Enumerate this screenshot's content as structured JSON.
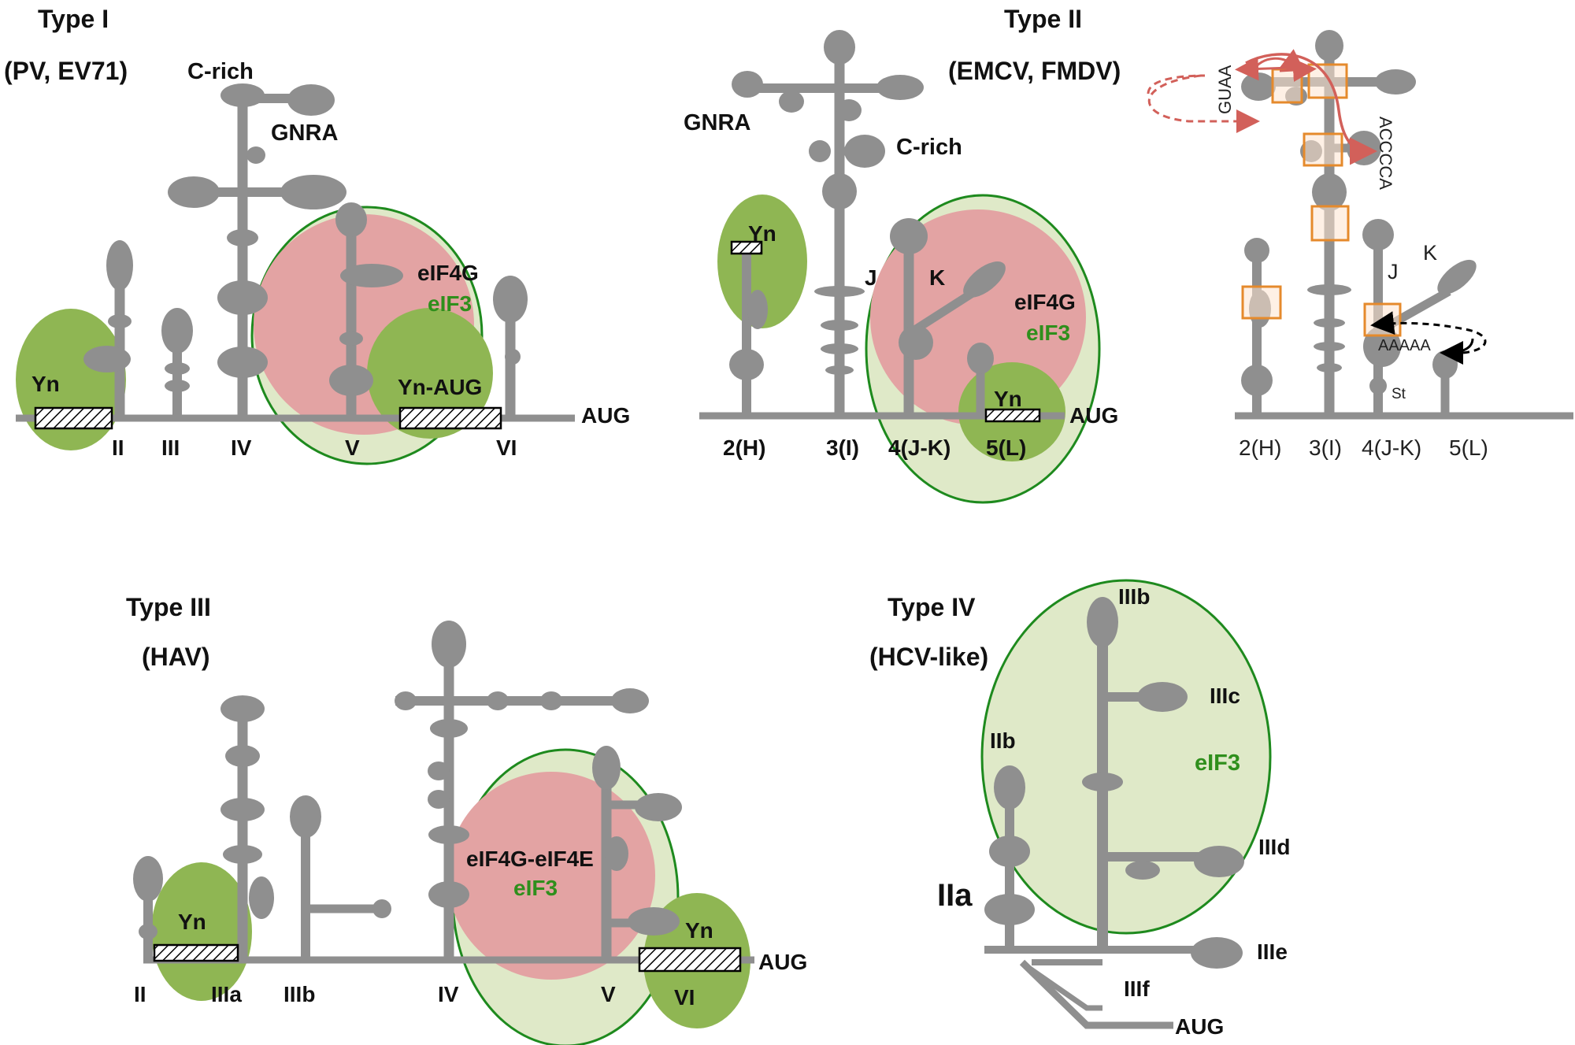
{
  "colors": {
    "stem": "#8f8f8f",
    "green_region": "#8fb653",
    "light_green_region": "#dfe9c8",
    "pink_region": "#e3a3a3",
    "outline_green": "#1e8a1e",
    "eif3_green": "#2f8f1c",
    "orange_box": "#e58a2c",
    "red_arrow": "#d2605a"
  },
  "type1": {
    "title": "Type I",
    "subtitle": "(PV, EV71)",
    "label_crich": "C-rich",
    "label_gnra": "GNRA",
    "label_eif4g": "eIF4G",
    "label_eif3": "eIF3",
    "label_yn": "Yn",
    "label_ynaug": "Yn-AUG",
    "label_aug": "AUG",
    "domains": [
      "II",
      "III",
      "IV",
      "V",
      "VI"
    ]
  },
  "type2": {
    "title": "Type II",
    "subtitle": "(EMCV, FMDV)",
    "label_gnra": "GNRA",
    "label_crich": "C-rich",
    "label_yn_top": "Yn",
    "label_j": "J",
    "label_k": "K",
    "label_eif4g": "eIF4G",
    "label_eif3": "eIF3",
    "label_yn": "Yn",
    "label_aug": "AUG",
    "domains": [
      "2(H)",
      "3(I)",
      "4(J-K)",
      "5(L)"
    ],
    "detail": {
      "label_guaa": "GUAA",
      "label_acccca": "ACCCCA",
      "label_j": "J",
      "label_k": "K",
      "label_aaaaa": "AAAAA",
      "label_st": "St",
      "domains": [
        "2(H)",
        "3(I)",
        "4(J-K)",
        "5(L)"
      ]
    }
  },
  "type3": {
    "title": "Type III",
    "subtitle": "(HAV)",
    "label_yn_left": "Yn",
    "label_eif4g_eif4e": "eIF4G-eIF4E",
    "label_eif3": "eIF3",
    "label_yn_right": "Yn",
    "label_aug": "AUG",
    "domains": [
      "II",
      "IIIa",
      "IIIb",
      "IV",
      "V",
      "VI"
    ]
  },
  "type4": {
    "title": "Type IV",
    "subtitle": "(HCV-like)",
    "label_iiib": "IIIb",
    "label_iiic": "IIIc",
    "label_eif3": "eIF3",
    "label_iib": "IIb",
    "label_iiid": "IIId",
    "label_iia": "IIa",
    "label_iiie": "IIIe",
    "label_iiif": "IIIf",
    "label_aug": "AUG"
  }
}
